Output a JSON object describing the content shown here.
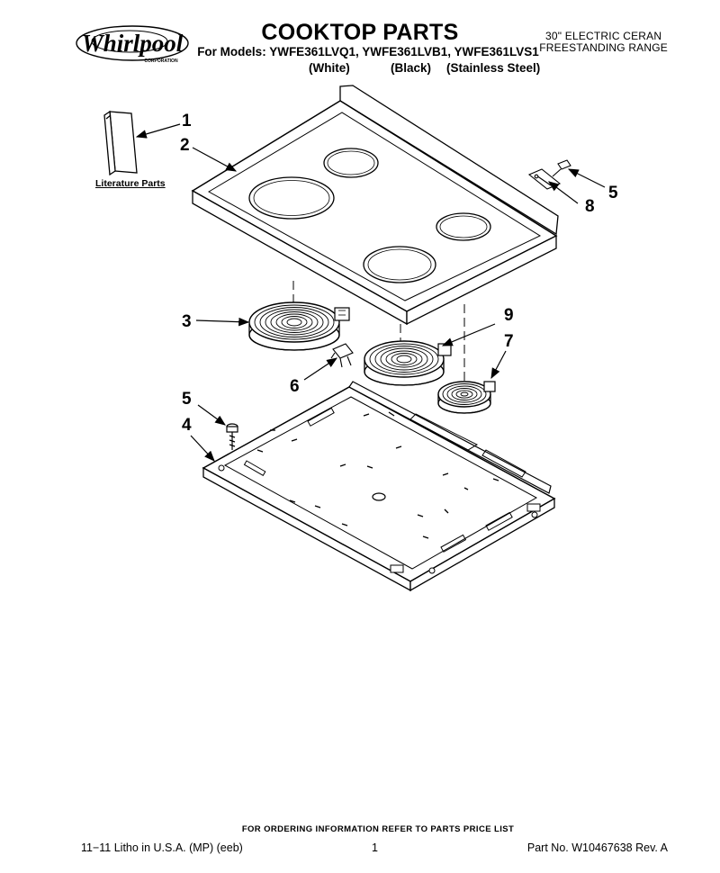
{
  "header": {
    "brand": "Whirlpool",
    "brand_sub": "CORPORATION",
    "title": "COOKTOP PARTS",
    "models_line": "For Models: YWFE361LVQ1, YWFE361LVB1, YWFE361LVS1",
    "variants": [
      "(White)",
      "(Black)",
      "(Stainless Steel)"
    ],
    "range_line1": "30\" ELECTRIC CERAN",
    "range_line2": "FREESTANDING RANGE"
  },
  "diagram": {
    "callouts": [
      "1",
      "2",
      "5",
      "8",
      "3",
      "9",
      "7",
      "6",
      "5",
      "4"
    ],
    "literature_label": "Literature Parts"
  },
  "footer": {
    "ordering_info": "FOR ORDERING INFORMATION REFER TO PARTS PRICE LIST",
    "litho": "11−11 Litho in U.S.A. (MP) (eeb)",
    "page": "1",
    "part_no": "Part No. W10467638 Rev. A"
  },
  "colors": {
    "ink": "#000000",
    "paper": "#ffffff"
  }
}
